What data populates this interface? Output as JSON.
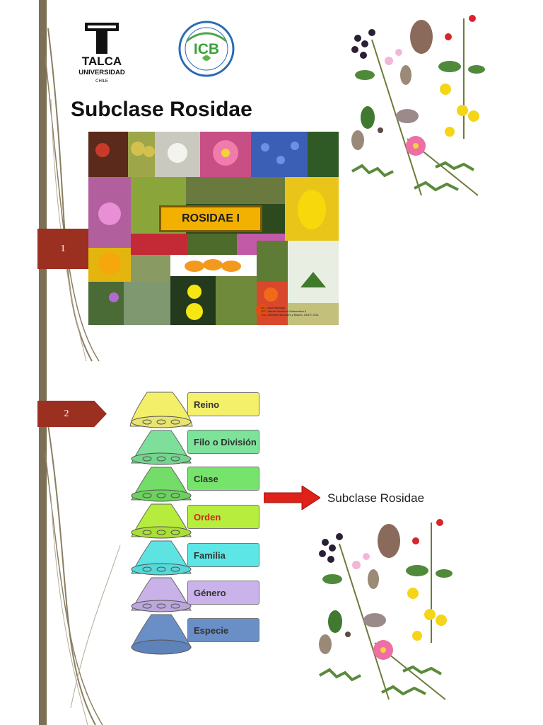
{
  "page1": {
    "tab_number": "1",
    "title": "Subclase Rosidae",
    "logos": {
      "university": [
        "TALCA",
        "UNIVERSIDAD",
        "CHILE"
      ],
      "institute": "ICB"
    },
    "collage": {
      "label": "ROSIDAE I",
      "credit_lines": [
        "Lic. Laura Iharlegui",
        "JPT Cátedra Botánica Sistemática II",
        "Fac. Ciencias Naturales y Museo, UNLP, 2011"
      ]
    }
  },
  "page2": {
    "tab_number": "2",
    "taxonomy_levels": [
      "Reino",
      "Filo o División",
      "Clase",
      "Orden",
      "Familia",
      "Género",
      "Especie"
    ],
    "arrow_label": "Subclase Rosidae"
  },
  "colors": {
    "accent_tab": "#9b2f20",
    "side_bar": "#7b6f55",
    "taxon_boxes": [
      "#f5f06a",
      "#7de39b",
      "#76e36c",
      "#b7ee3e",
      "#5de6e6",
      "#c9b3ea",
      "#6a8fc7"
    ],
    "orden_text": "#d2261a"
  }
}
